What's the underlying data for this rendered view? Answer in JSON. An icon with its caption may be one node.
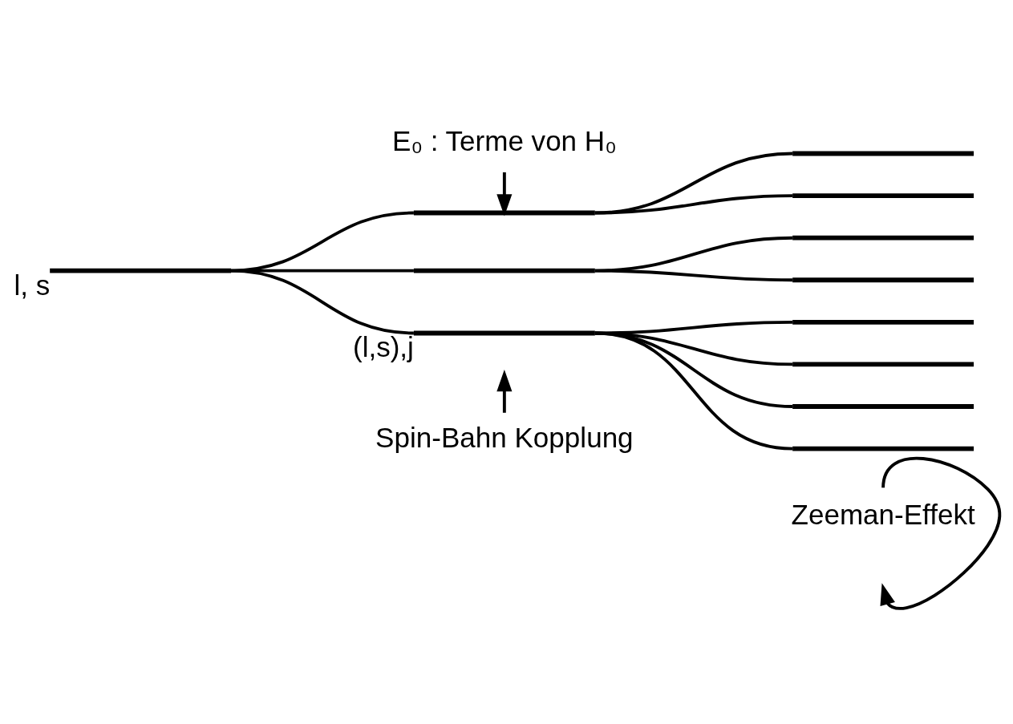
{
  "diagram": {
    "nodes": [
      {
        "text": [],
        "shape": "bar",
        "beside": [
          "l, s"
        ]
      },
      {
        "text": [],
        "shape": "bar"
      },
      {
        "text": [],
        "shape": "bar"
      },
      {
        "text": [],
        "shape": "bar",
        "beside": [
          "(l,s),j"
        ]
      },
      {
        "text": [],
        "shape": "bar"
      },
      {
        "text": [],
        "shape": "bar"
      },
      {
        "text": [],
        "shape": "bar"
      },
      {
        "text": [],
        "shape": "bar"
      },
      {
        "text": [],
        "shape": "bar"
      },
      {
        "text": [],
        "shape": "bar"
      },
      {
        "text": [],
        "shape": "bar"
      },
      {
        "text": [],
        "shape": "bar"
      },
      {
        "text": [
          "E₀ : Terme von H₀"
        ]
      },
      {
        "text": [
          "Spin-Bahn Kopplung"
        ]
      },
      {
        "text": [
          "Zeeman-Effekt"
        ]
      }
    ],
    "edges": [
      {
        "from": 0,
        "to": 1,
        "arrow": "none"
      },
      {
        "from": 0,
        "to": 2,
        "arrow": "none"
      },
      {
        "from": 0,
        "to": 3,
        "arrow": "none"
      },
      {
        "from": 1,
        "to": 4,
        "arrow": "none"
      },
      {
        "from": 1,
        "to": 5,
        "arrow": "none"
      },
      {
        "from": 2,
        "to": 6,
        "arrow": "none"
      },
      {
        "from": 2,
        "to": 7,
        "arrow": "none"
      },
      {
        "from": 3,
        "to": 8,
        "arrow": "none"
      },
      {
        "from": 3,
        "to": 9,
        "arrow": "none"
      },
      {
        "from": 3,
        "to": 10,
        "arrow": "none"
      },
      {
        "from": 3,
        "to": 11,
        "arrow": "none"
      },
      {
        "from": 12,
        "to": 1,
        "arrow": "to"
      },
      {
        "from": 13,
        "to": null,
        "arrow": "to"
      },
      {
        "from": 14,
        "to": null,
        "arrow": "to"
      }
    ]
  }
}
